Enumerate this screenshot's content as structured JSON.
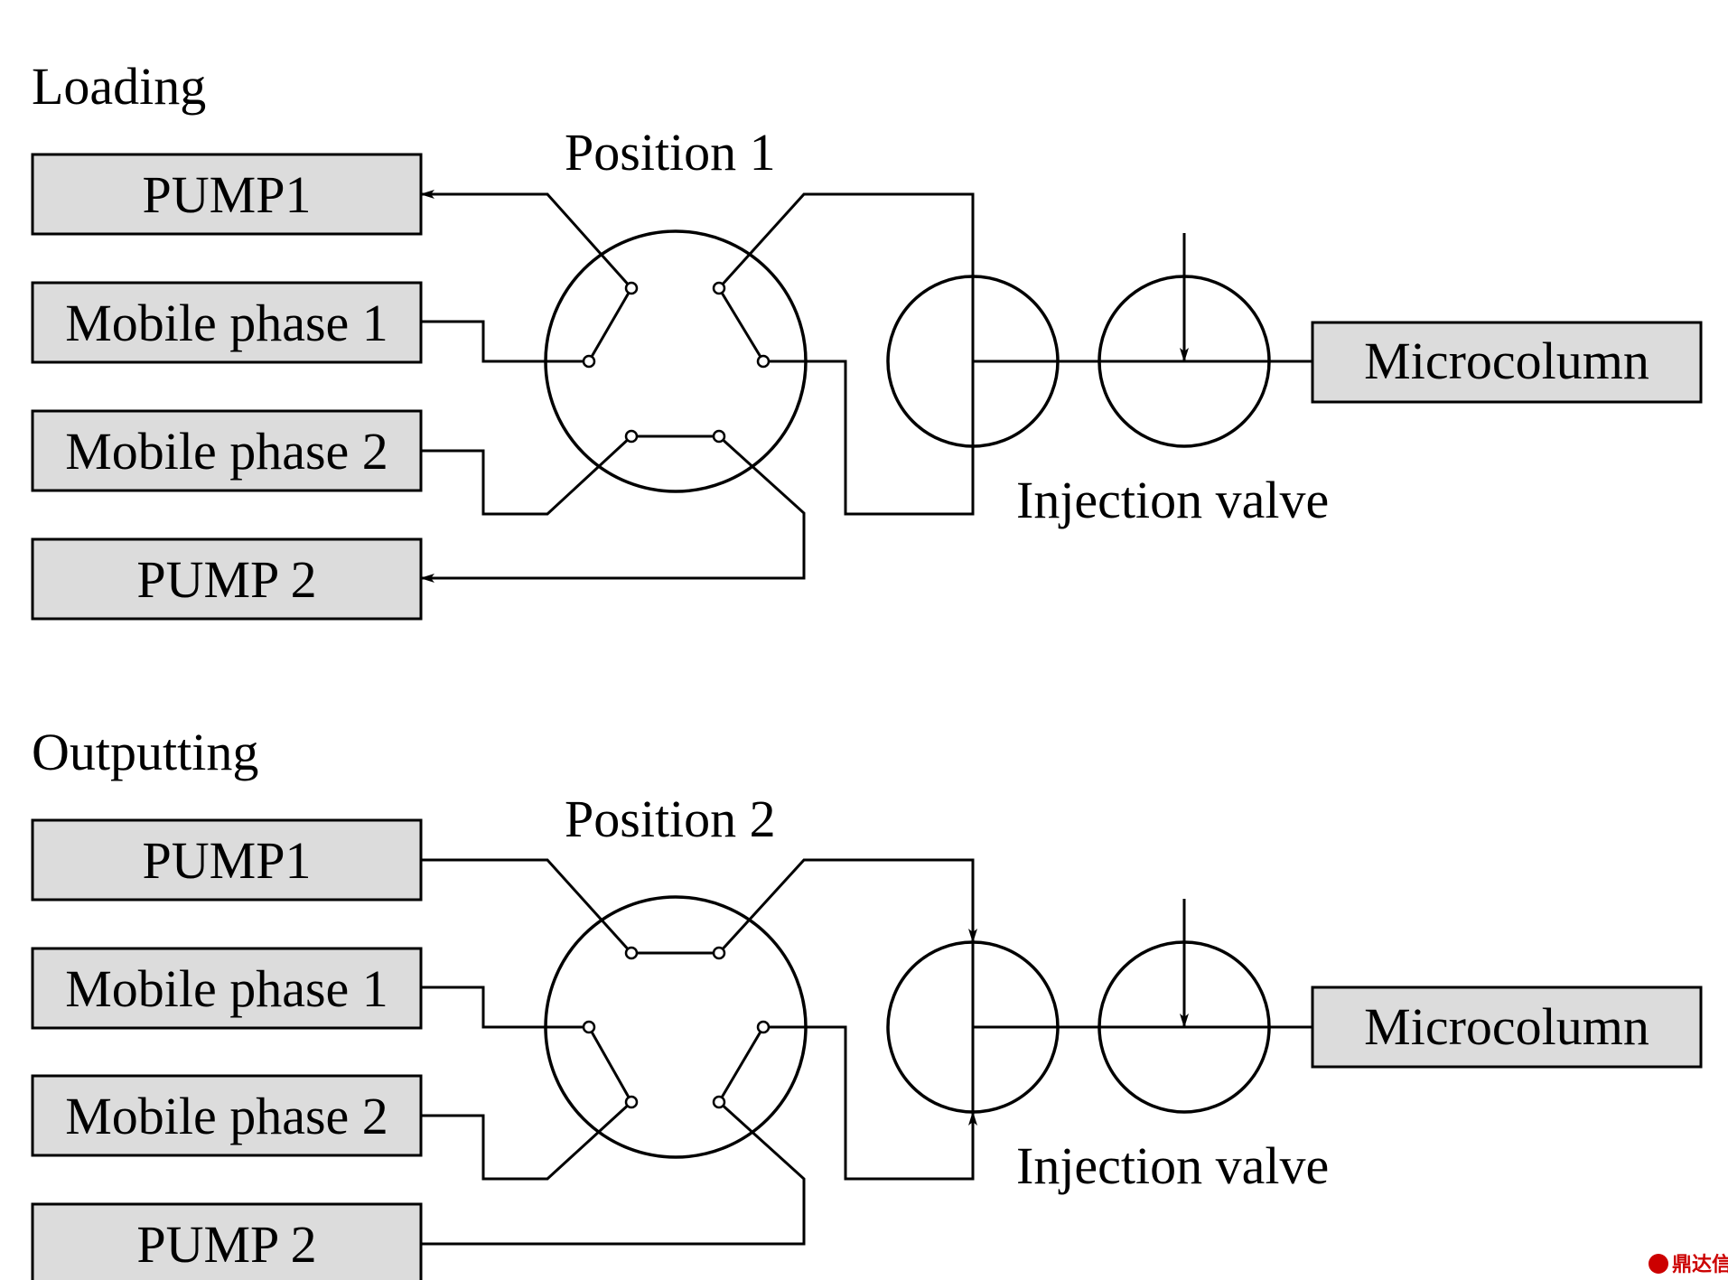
{
  "colors": {
    "box_fill": "#dcdcdc",
    "line": "#000000",
    "watermark": "#cc0000"
  },
  "panels": [
    {
      "title": "Loading",
      "valve_position": "Position 1",
      "boxes": [
        "PUMP1",
        "Mobile phase 1",
        "Mobile phase 2",
        "PUMP 2"
      ],
      "injection_label": "Injection valve",
      "output_label": "Microcolumn"
    },
    {
      "title": "Outputting",
      "valve_position": "Position 2",
      "boxes": [
        "PUMP1",
        "Mobile phase 1",
        "Mobile phase 2",
        "PUMP 2"
      ],
      "injection_label": "Injection valve",
      "output_label": "Microcolumn"
    }
  ],
  "watermark": {
    "text": "鼎达信"
  }
}
